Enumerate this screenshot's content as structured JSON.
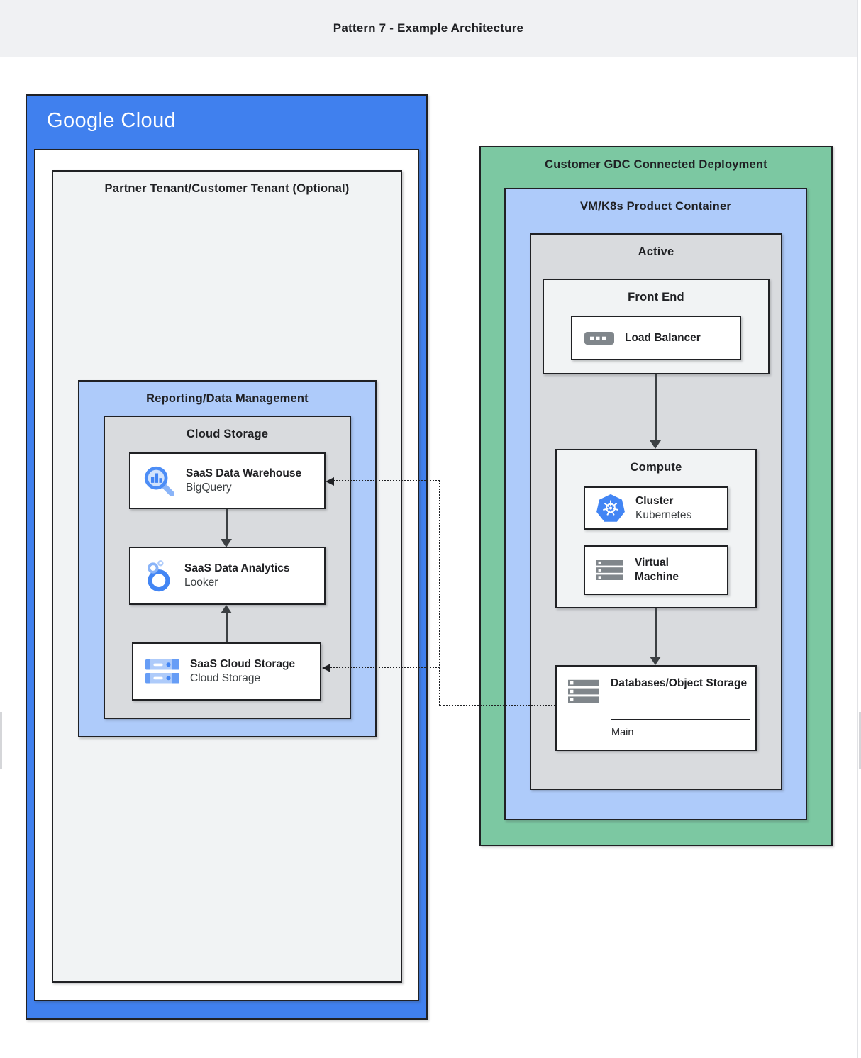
{
  "header": {
    "title": "Pattern 7 - Example Architecture"
  },
  "palette": {
    "google_cloud_blue": "#4080EE",
    "gdc_green": "#7CC8A2",
    "container_light_blue": "#AECBFA",
    "group_gray": "#D9DBDE",
    "surface_light": "#F1F3F4",
    "line_dark": "#202124",
    "icon_blue": "#4285F4",
    "icon_gray": "#80868B"
  },
  "google_cloud": {
    "logo": "Google Cloud",
    "partner_tenant": {
      "title": "Partner Tenant/Customer Tenant (Optional)",
      "reporting": {
        "title": "Reporting/Data Management",
        "cloud_storage": {
          "title": "Cloud Storage",
          "cards": [
            {
              "title": "SaaS Data Warehouse",
              "subtitle": "BigQuery",
              "icon": "bigquery-icon"
            },
            {
              "title": "SaaS Data Analytics",
              "subtitle": "Looker",
              "icon": "looker-icon"
            },
            {
              "title": "SaaS Cloud Storage",
              "subtitle": "Cloud Storage",
              "icon": "cloud-storage-icon"
            }
          ]
        }
      }
    }
  },
  "gdc": {
    "title": "Customer GDC Connected Deployment",
    "vm_k8s": {
      "title": "VM/K8s Product Container",
      "active": {
        "title": "Active",
        "front_end": {
          "title": "Front End",
          "card": {
            "title": "Load Balancer",
            "icon": "load-balancer-icon"
          }
        },
        "compute": {
          "title": "Compute",
          "cards": [
            {
              "title": "Cluster",
              "subtitle": "Kubernetes",
              "icon": "kubernetes-icon"
            },
            {
              "title": "Virtual Machine",
              "icon": "virtual-machine-icon"
            }
          ]
        },
        "storage": {
          "title": "Databases/Object Storage",
          "label": "Main",
          "icon": "databases-icon"
        }
      }
    }
  }
}
